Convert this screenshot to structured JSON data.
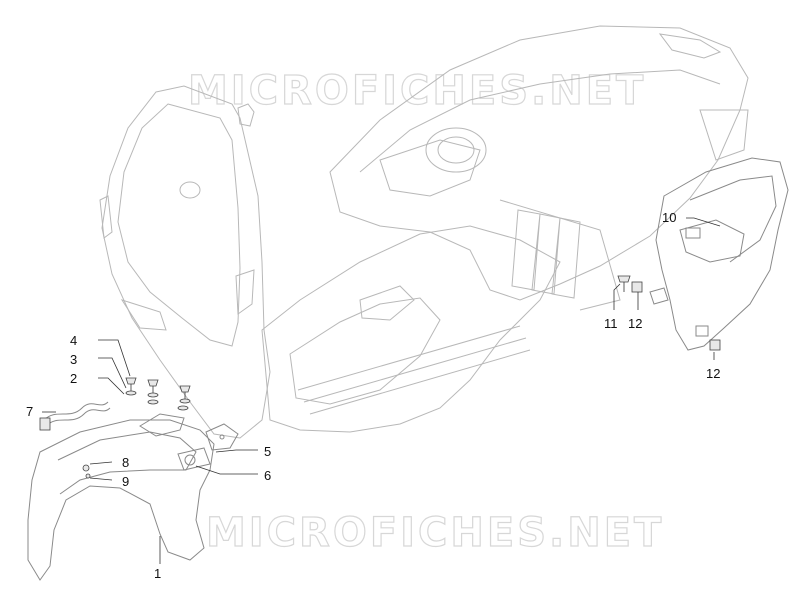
{
  "watermark": "MICROFICHES.NET",
  "callouts": [
    {
      "id": "c1",
      "text": "1"
    },
    {
      "id": "c2",
      "text": "2"
    },
    {
      "id": "c3",
      "text": "3"
    },
    {
      "id": "c4",
      "text": "4"
    },
    {
      "id": "c5",
      "text": "5"
    },
    {
      "id": "c6",
      "text": "6"
    },
    {
      "id": "c7",
      "text": "7"
    },
    {
      "id": "c8",
      "text": "8"
    },
    {
      "id": "c9",
      "text": "9"
    },
    {
      "id": "c10",
      "text": "10"
    },
    {
      "id": "c11",
      "text": "11"
    },
    {
      "id": "c12a",
      "text": "12"
    },
    {
      "id": "c12b",
      "text": "12"
    }
  ]
}
